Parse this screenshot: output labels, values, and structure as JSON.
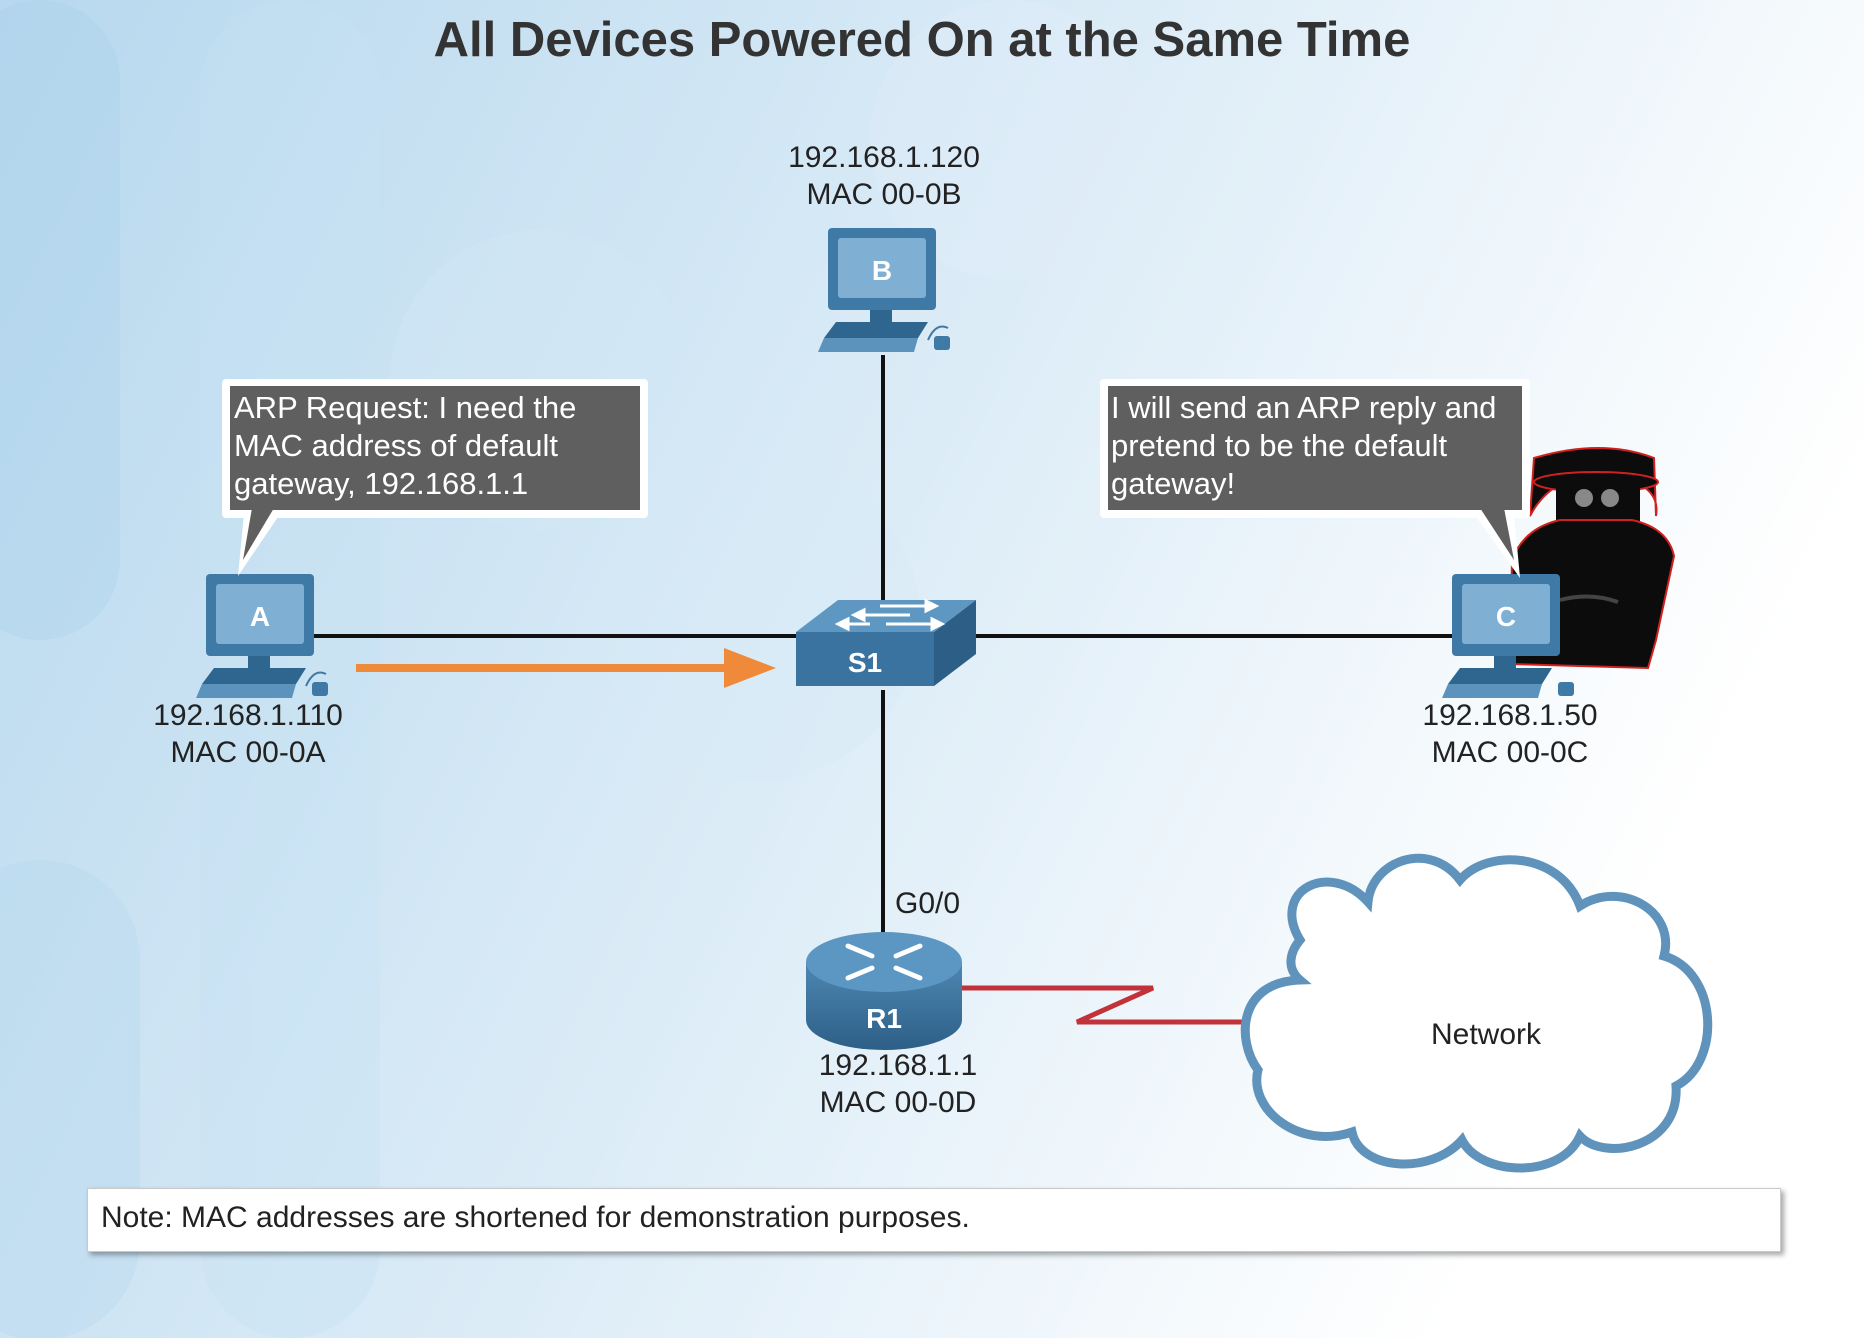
{
  "title": "All Devices Powered On at the Same Time",
  "hosts": {
    "a": {
      "letter": "A",
      "ip": "192.168.1.110",
      "mac": "MAC 00-0A"
    },
    "b": {
      "letter": "B",
      "ip": "192.168.1.120",
      "mac": "MAC 00-0B"
    },
    "c": {
      "letter": "C",
      "ip": "192.168.1.50",
      "mac": "MAC 00-0C"
    }
  },
  "switch": {
    "label": "S1"
  },
  "router": {
    "label": "R1",
    "interface": "G0/0",
    "ip": "192.168.1.1",
    "mac": "MAC 00-0D"
  },
  "cloud": {
    "label": "Network"
  },
  "bubbles": {
    "a": [
      "ARP Request: I need the",
      "MAC address of default",
      "gateway, 192.168.1.1"
    ],
    "c": [
      "I will send an ARP reply and",
      "pretend to be the default",
      "gateway!"
    ]
  },
  "note": "Note: MAC addresses are shortened for demonstration purposes.",
  "colors": {
    "device_blue": "#3f7aa6",
    "screen_blue": "#7fb0d3",
    "bubble_bg": "#5f5f5f",
    "arrow_orange": "#ef8a3a",
    "wan_red": "#c2323a",
    "cloud_stroke": "#5f93bb"
  }
}
